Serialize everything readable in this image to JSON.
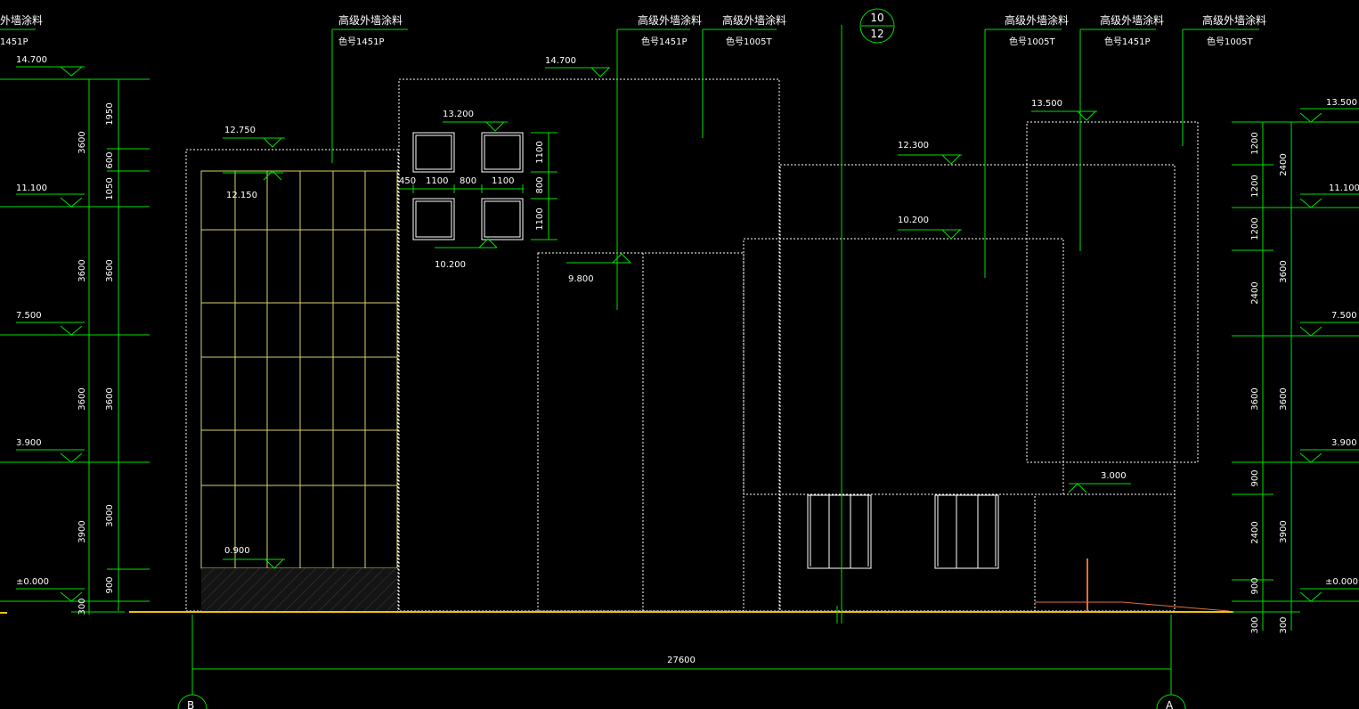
{
  "notes": {
    "top_left_partial": "外墙涂料",
    "top_left_code": "1451P",
    "note_title": "高级外墙涂料",
    "code_1451": "色号1451P",
    "code_1005": "色号1005T"
  },
  "axis_bubble": {
    "top": "10",
    "bottom": "12"
  },
  "bottom_grid": {
    "left": "B",
    "right": "A"
  },
  "levels_left": {
    "l1": "14.700",
    "l2": "11.100",
    "l3": "7.500",
    "l4": "3.900",
    "l5": "±0.000"
  },
  "dims_left_outer": {
    "d1": "3600",
    "d2": "3600",
    "d3": "3600",
    "d4": "3900",
    "d5": "300"
  },
  "dims_left_inner": {
    "d1": "1950",
    "d2": "600",
    "d3": "1050",
    "d4": "3600",
    "d5": "3600",
    "d6": "3000",
    "d7": "900"
  },
  "levels_right": {
    "l1": "13.500",
    "l2": "11.100",
    "l3": "7.500",
    "l4": "3.900",
    "l5": "±0.000"
  },
  "dims_right_inner": {
    "d1": "1200",
    "d2": "1200",
    "d3": "1200",
    "d4": "2400",
    "d5": "3600",
    "d6": "900",
    "d7": "2400",
    "d8": "900",
    "d9": "300"
  },
  "dims_right_outer": {
    "d1": "2400",
    "d2": "3600",
    "d3": "3600",
    "d4": "3900",
    "d5": "300"
  },
  "building_levels": {
    "l12750": "12.750",
    "l12150": "12.150",
    "l14700": "14.700",
    "l13200": "13.200",
    "l10200a": "10.200",
    "l9800": "9.800",
    "l12300": "12.300",
    "l10200b": "10.200",
    "l3000": "3.000",
    "l0900": "0.900",
    "l13500": "13.500"
  },
  "window_dims": {
    "w450": "450",
    "w1100a": "1100",
    "w800": "800",
    "w1100b": "1100",
    "h1100a": "1100",
    "h800": "800",
    "h1100b": "1100"
  },
  "total_dim": "27600"
}
